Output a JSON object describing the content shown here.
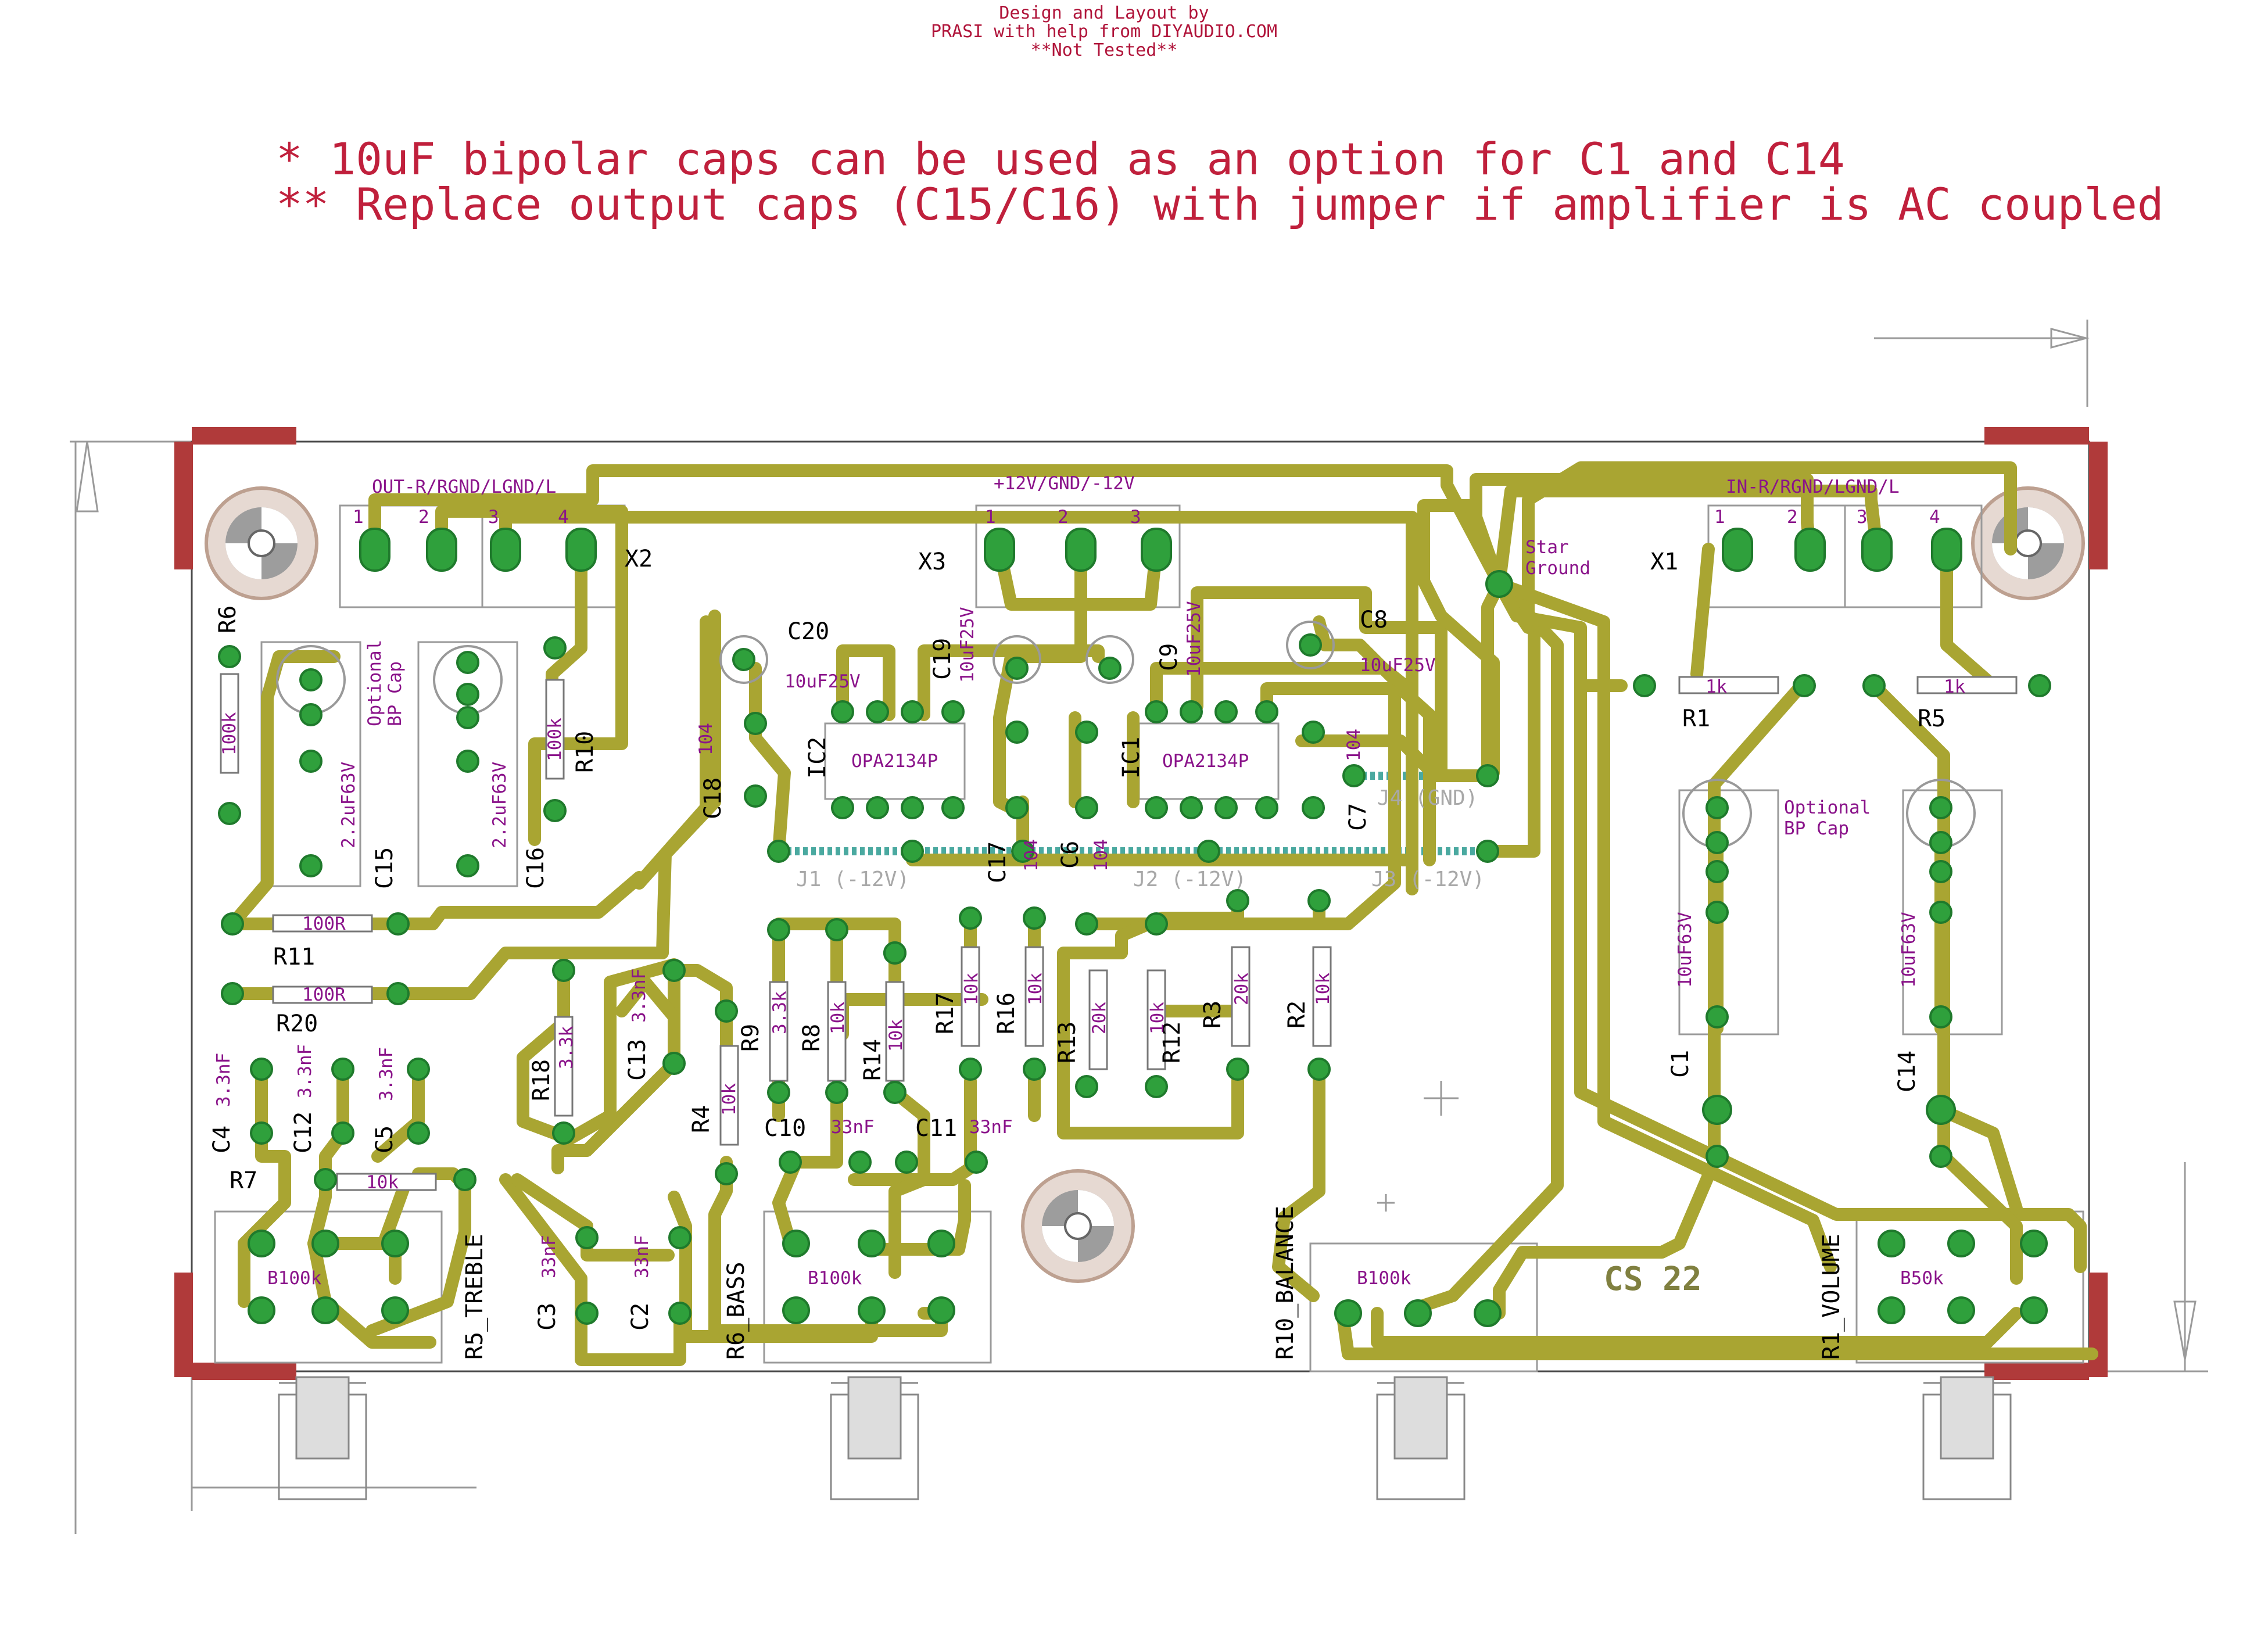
{
  "header": {
    "line1": "Design and Layout by",
    "line2": "PRASI with help from DIYAUDIO.COM",
    "line3": "**Not Tested**"
  },
  "notes": {
    "note1": "* 10uF bipolar  caps can be used as an option for C1 and C14",
    "note2": "** Replace output caps (C15/C16) with jumper if amplifier is AC coupled"
  },
  "connectors": {
    "out": {
      "ref": "X2",
      "label": "OUT-R/RGND/LGND/L"
    },
    "pwr": {
      "ref": "X3",
      "label": "+12V/GND/-12V"
    },
    "in": {
      "ref": "X1",
      "label": "IN-R/RGND/LGND/L"
    },
    "pin_numbers": [
      "1",
      "2",
      "3",
      "4"
    ]
  },
  "annotations": {
    "star_ground_1": "Star",
    "star_ground_2": "Ground",
    "optional_left_1": "Optional",
    "optional_left_2": "BP Cap",
    "optional_right_1": "Optional",
    "optional_right_2": "BP Cap",
    "brand": "CS 22"
  },
  "ics": [
    {
      "ref": "IC2",
      "value": "OPA2134P"
    },
    {
      "ref": "IC1",
      "value": "OPA2134P"
    }
  ],
  "jumpers": [
    {
      "ref": "J1",
      "label": "J1 (-12V)"
    },
    {
      "ref": "J2",
      "label": "J2 (-12V)"
    },
    {
      "ref": "J3",
      "label": "J3 (-12V)"
    },
    {
      "ref": "J4",
      "label": "J4 (GND)"
    }
  ],
  "resistors": [
    {
      "ref": "R6",
      "value": "100k"
    },
    {
      "ref": "R10",
      "value": "100k"
    },
    {
      "ref": "R11",
      "value": "100R"
    },
    {
      "ref": "R20",
      "value": "100R"
    },
    {
      "ref": "R1",
      "value": "1k"
    },
    {
      "ref": "R5",
      "value": "1k"
    },
    {
      "ref": "R18",
      "value": "3.3k"
    },
    {
      "ref": "R9",
      "value": "3.3k"
    },
    {
      "ref": "R8",
      "value": "10k"
    },
    {
      "ref": "R14",
      "value": "10k"
    },
    {
      "ref": "R17",
      "value": "10k"
    },
    {
      "ref": "R16",
      "value": "10k"
    },
    {
      "ref": "R13",
      "value": "20k"
    },
    {
      "ref": "R12",
      "value": "10k"
    },
    {
      "ref": "R3",
      "value": "20k"
    },
    {
      "ref": "R2",
      "value": "10k"
    },
    {
      "ref": "R4",
      "value": "10k"
    },
    {
      "ref": "R7",
      "value": "10k"
    }
  ],
  "capacitors": [
    {
      "ref": "C15",
      "value": "2.2uF63V"
    },
    {
      "ref": "C16",
      "value": "2.2uF63V"
    },
    {
      "ref": "C20",
      "value": "10uF25V"
    },
    {
      "ref": "C19",
      "value": "10uF25V"
    },
    {
      "ref": "C9",
      "value": "10uF25V"
    },
    {
      "ref": "C8",
      "value": "10uF25V"
    },
    {
      "ref": "C18",
      "value": "104"
    },
    {
      "ref": "C17",
      "value": "104"
    },
    {
      "ref": "C6",
      "value": "104"
    },
    {
      "ref": "C7",
      "value": "104"
    },
    {
      "ref": "C1",
      "value": "10uF63V"
    },
    {
      "ref": "C14",
      "value": "10uF63V"
    },
    {
      "ref": "C4",
      "value": "3.3nF"
    },
    {
      "ref": "C12",
      "value": "3.3nF"
    },
    {
      "ref": "C5",
      "value": "3.3nF"
    },
    {
      "ref": "C13",
      "value": "3.3nF"
    },
    {
      "ref": "C10",
      "value": "33nF"
    },
    {
      "ref": "C11",
      "value": "33nF"
    },
    {
      "ref": "C3",
      "value": "33nF"
    },
    {
      "ref": "C2",
      "value": "33nF"
    }
  ],
  "potentiometers": [
    {
      "ref": "R5_TREBLE",
      "value": "B100k"
    },
    {
      "ref": "R6_BASS",
      "value": "B100k"
    },
    {
      "ref": "R10_BALANCE",
      "value": "B100k"
    },
    {
      "ref": "R1_VOLUME",
      "value": "B50k"
    }
  ],
  "colors": {
    "track": "#a9a532",
    "pad": "#2fa03c",
    "label": "#000000",
    "value": "#8a138a",
    "note": "#c0203c",
    "corner_marker": "#b03a3a"
  }
}
